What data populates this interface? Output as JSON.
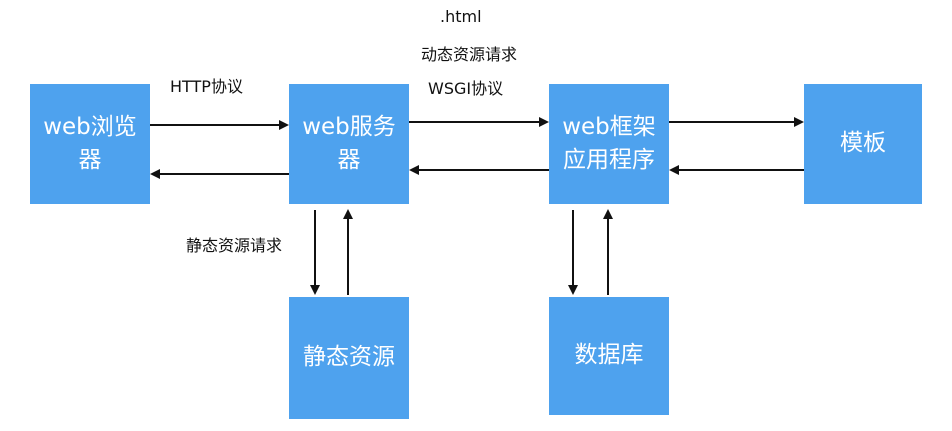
{
  "diagram": {
    "nodes": {
      "browser": "web浏览\n器",
      "server": "web服务\n器",
      "framework": "web框架\n应用程序",
      "template": "模板",
      "static": "静态资源",
      "database": "数据库"
    },
    "labels": {
      "http": "HTTP协议",
      "html": ".html",
      "dynamic_request": "动态资源请求",
      "wsgi": "WSGI协议",
      "static_request": "静态资源请求"
    },
    "colors": {
      "box_fill": "#4ea2ee",
      "box_text": "#ffffff",
      "arrow": "#111111"
    }
  }
}
